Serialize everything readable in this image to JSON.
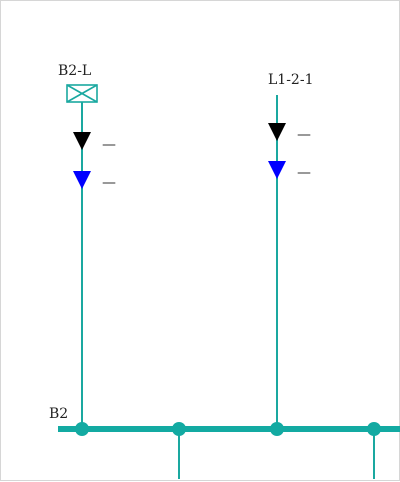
{
  "colors": {
    "line": "#1aa8a0",
    "bus": "#13aaa2",
    "arrow_black": "#000000",
    "arrow_blue": "#0000ff",
    "text": "#222222"
  },
  "feeders": [
    {
      "name": "B2-L",
      "end_symbol": "boxed-x-icon",
      "arrow1_value": "—",
      "arrow2_value": "—"
    },
    {
      "name": "L1-2-1",
      "end_symbol": "none",
      "arrow1_value": "—",
      "arrow2_value": "—"
    }
  ],
  "bus": {
    "name": "B2",
    "node_count": 4
  }
}
